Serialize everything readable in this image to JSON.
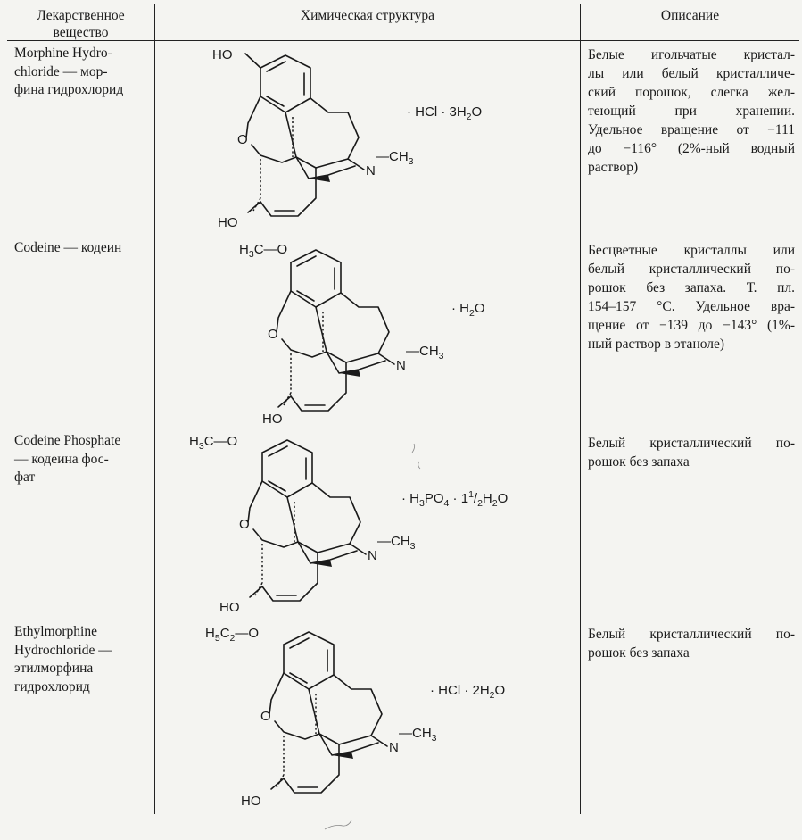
{
  "table": {
    "headers": {
      "substance": [
        "Лекарственное",
        "вещество"
      ],
      "structure": "Химическая структура",
      "description": "Описание"
    },
    "rows": [
      {
        "name_lines": [
          "Morphine Hydro-",
          "chloride — мор-",
          "фина гидрохлорид"
        ],
        "substituent": "HO",
        "salt": [
          "· HCl · 3H",
          "2",
          "O"
        ],
        "description_lines": [
          "Белые игольчатые кристал-",
          "лы или белый кристалличе-",
          "ский порошок, слегка жел-",
          "теющий    при    хранении.",
          "Удельное вращение от −111",
          "до  −116° (2%-ный водный",
          "раствор)"
        ]
      },
      {
        "name_lines": [
          "Codeine — кодеин"
        ],
        "substituent": [
          "H",
          "3",
          "C—O"
        ],
        "salt": [
          "· H",
          "2",
          "O"
        ],
        "description_lines": [
          "Бесцветные кристаллы или",
          "белый кристаллический по-",
          "рошок без запаха. Т. пл.",
          "154–157 °С. Удельное вра-",
          "щение от −139 до −143° (1%-",
          "ный раствор в этаноле)"
        ]
      },
      {
        "name_lines": [
          "Codeine Phosphate",
          "— кодеина фос-",
          "фат"
        ],
        "substituent": [
          "H",
          "3",
          "C—O"
        ],
        "salt": [
          "· H",
          "3",
          "PO",
          "4",
          " · 1",
          "1",
          "/",
          "2",
          "H",
          "2",
          "O"
        ],
        "description_lines": [
          "Белый кристаллический по-",
          "рошок без запаха"
        ]
      },
      {
        "name_lines": [
          "Ethylmorphine",
          "Hydrochloride —",
          "этилморфина",
          "гидрохлорид"
        ],
        "substituent": [
          "H",
          "5",
          "C",
          "2",
          "—O"
        ],
        "salt": [
          "· HCl · 2H",
          "2",
          "O"
        ],
        "description_lines": [
          "Белый кристаллический по-",
          "рошок без запаха"
        ]
      }
    ],
    "common_atoms": {
      "ring_oxygen": "O",
      "hydroxyl": "HO",
      "nitrogen": "N",
      "methyl": [
        "—CH",
        "3"
      ]
    }
  }
}
